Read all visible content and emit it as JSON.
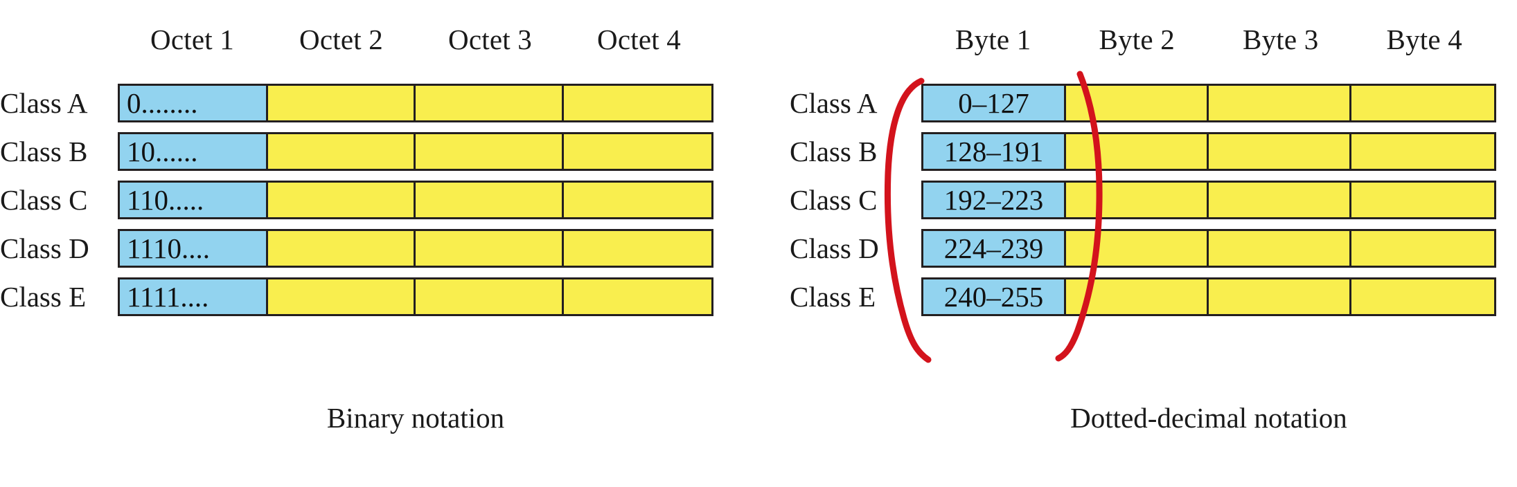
{
  "figure": {
    "title": "IP address classes in binary and dotted-decimal notation",
    "colors": {
      "prefix_cell": "#92d3ef",
      "remainder_cell": "#f9ee4e",
      "cell_border": "#231f20",
      "annotation": "#d3131c",
      "background": "#ffffff",
      "text": "#1a1a1a"
    }
  },
  "binary_panel": {
    "caption": "Binary notation",
    "column_headers": [
      "Octet 1",
      "Octet 2",
      "Octet 3",
      "Octet 4"
    ],
    "rows": [
      {
        "label": "Class A",
        "cells": [
          "0........",
          "",
          "",
          ""
        ]
      },
      {
        "label": "Class B",
        "cells": [
          "10......",
          "",
          "",
          ""
        ]
      },
      {
        "label": "Class C",
        "cells": [
          "110.....",
          "",
          "",
          ""
        ]
      },
      {
        "label": "Class D",
        "cells": [
          "1110....",
          "",
          "",
          ""
        ]
      },
      {
        "label": "Class E",
        "cells": [
          "1111....",
          "",
          "",
          ""
        ]
      }
    ]
  },
  "decimal_panel": {
    "caption": "Dotted-decimal notation",
    "column_headers": [
      "Byte 1",
      "Byte 2",
      "Byte 3",
      "Byte 4"
    ],
    "rows": [
      {
        "label": "Class A",
        "cells": [
          "0–127",
          "",
          "",
          ""
        ]
      },
      {
        "label": "Class B",
        "cells": [
          "128–191",
          "",
          "",
          ""
        ]
      },
      {
        "label": "Class C",
        "cells": [
          "192–223",
          "",
          "",
          ""
        ]
      },
      {
        "label": "Class D",
        "cells": [
          "224–239",
          "",
          "",
          ""
        ]
      },
      {
        "label": "Class E",
        "cells": [
          "240–255",
          "",
          "",
          ""
        ]
      }
    ]
  },
  "annotations": {
    "type": "hand-drawn-red-ink",
    "marks": [
      {
        "name": "left-bracket-curve",
        "description": "red curved stroke to the left of the Byte 1 column spanning Class A through Class E"
      },
      {
        "name": "right-bracket-curve",
        "description": "red curved stroke along the right edge of the Byte 1 column spanning Class A through Class E"
      }
    ]
  }
}
